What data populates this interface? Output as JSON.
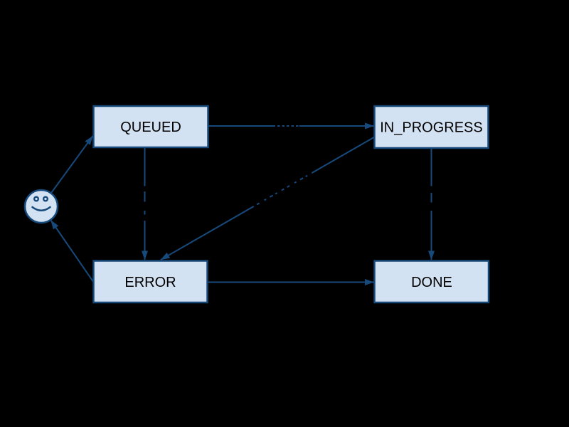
{
  "diagram": {
    "type": "state-machine",
    "colors": {
      "background": "#000000",
      "node_fill": "#d3e2f3",
      "stroke": "#17497b",
      "node_text": "#000000"
    },
    "nodes": [
      {
        "id": "start",
        "label": "",
        "shape": "smiley-face"
      },
      {
        "id": "queued",
        "label": "QUEUED",
        "shape": "box"
      },
      {
        "id": "in_progress",
        "label": "IN_PROGRESS",
        "shape": "box"
      },
      {
        "id": "error",
        "label": "ERROR",
        "shape": "box"
      },
      {
        "id": "done",
        "label": "DONE",
        "shape": "box"
      }
    ],
    "edges": [
      {
        "from": "start",
        "to": "queued"
      },
      {
        "from": "queued",
        "to": "in_progress",
        "label_fragments_visible": true
      },
      {
        "from": "queued",
        "to": "error",
        "label_fragments_visible": true
      },
      {
        "from": "in_progress",
        "to": "error",
        "label_fragments_visible": true
      },
      {
        "from": "in_progress",
        "to": "done",
        "label_fragments_visible": true
      },
      {
        "from": "error",
        "to": "done"
      },
      {
        "from": "error",
        "to": "start"
      }
    ]
  }
}
